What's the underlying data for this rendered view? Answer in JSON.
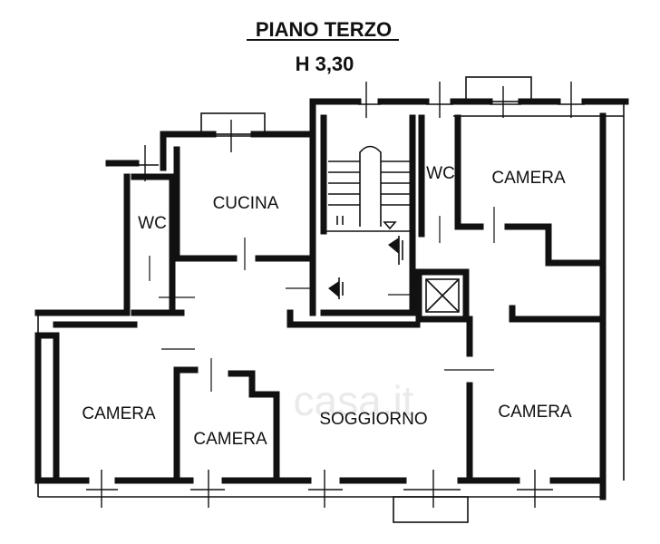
{
  "header": {
    "title": "PIANO TERZO",
    "subtitle": "H 3,30"
  },
  "rooms": {
    "wc_left": "WC",
    "cucina": "CUCINA",
    "wc_right": "WC",
    "camera_top_right": "CAMERA",
    "camera_left": "CAMERA",
    "camera_small": "CAMERA",
    "soggiorno": "SOGGIORNO",
    "camera_right": "CAMERA"
  },
  "watermark": "casa.it"
}
